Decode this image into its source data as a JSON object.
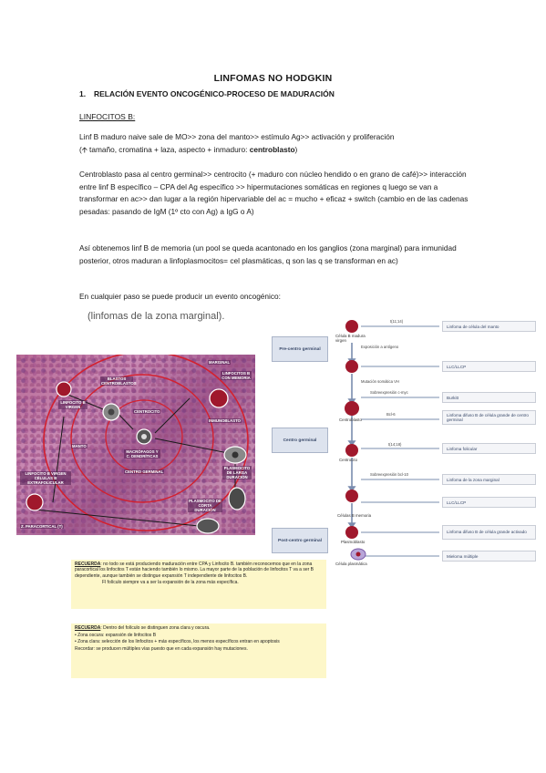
{
  "title": "LINFOMAS NO HODGKIN",
  "section": {
    "number": "1.",
    "text": "RELACIÓN EVENTO ONCOGÉNICO-PROCESO DE MADURACIÓN"
  },
  "subheading": "LINFOCITOS B:",
  "paragraphs": {
    "p1a": "Linf B maduro naive sale de MO>> zona del manto>> estímulo Ag>> activación y proliferación",
    "p1b": "(🡩 tamaño, cromatina + laza, aspecto + inmaduro: ",
    "p1b_bold": "centroblasto",
    "p1c": ")",
    "p2": "Centroblasto pasa al centro germinal>> centrocito (+ maduro con núcleo hendido o en grano de café)>> interacción entre linf B específico – CPA del Ag específico >> hipermutaciones somáticas en regiones q luego se van a transformar en ac>> dan lugar a la región hipervariable del ac = mucho + eficaz + switch (cambio en de las cadenas pesadas: pasando de IgM (1º cto con Ag) a IgG o A)",
    "p3": "Así obtenemos linf B de memoria (un pool se queda acantonado en los ganglios (zona marginal) para inmunidad posterior, otros maduran a linfoplasmocitos= cel plasmáticas, q son las q se transforman en ac)",
    "p4": "En cualquier paso se puede producir un evento oncogénico:"
  },
  "histology": {
    "caption": "(linfomas de la zona marginal).",
    "labels": {
      "marginal": "MARGINAL",
      "blastos": "BLASTOS CENTROBLASTOS",
      "linfocitos_memoria": "LINFOCITOS B CON MEMORIA",
      "linfocito_virgen": "LINFOCITO B VIRGEN",
      "centrocito": "CENTROCITO",
      "inmunoblasto": "INMUNOBLASTO",
      "manto": "MANTO",
      "macrofagos": "MACRÓFAGOS Y C. DENDRÍTICAS",
      "centro_germinal": "CENTRO GERMINAL",
      "linfocito_extrafolicular": "LINFOCITO B VIRGEN CÉLULAS B EXTRAFOLICULAR",
      "plasmocito_larga": "PLASMOCITO DE LARGA DURACIÓN",
      "plasmocito_corta": "PLASMOCITO DE CORTA DURACIÓN",
      "paracortical": "Z. PARACORTICAL (T)"
    }
  },
  "diagram": {
    "stages": [
      "Pre-centro germinal",
      "Centro germinal",
      "Post-centro germinal"
    ],
    "cells": [
      "Célula B madura virgen",
      "Centroblasto",
      "Centrocito",
      "Células B memoria",
      "Plasmoblasto",
      "Célula plasmática"
    ],
    "events": [
      "t(11;14)",
      "Exposición a antígeno",
      "Mutación somática VH",
      "Sobreexpresión c-myc",
      "Bcl-6",
      "t(14;18)",
      "Sobreexpresión bcl-10"
    ],
    "lymphomas": [
      "Linfoma de célula del manto",
      "LLC/LLCP",
      "Burkitt",
      "Linfoma difuso B de célula grande de centro germinal",
      "Linfoma folicular",
      "Linfoma de la zona marginal",
      "LLC/LLCP",
      "Linfoma difuso B de célula grande activado",
      "Mieloma múltiple"
    ]
  },
  "notes": {
    "note1_label": "RECUERDA",
    "note1_text": ": no todo se está produciendo maduración entre CPA y Linfocito B. también reconocemos que en la zona paracortical los linfocitos T están haciendo también lo mismo. La mayor parte de la población de linfocitos T va a ser B dependiente, aunque también se distingue expansión T independiente de linfocitos B.",
    "note1_text2": "Fl folículo siempre va a ser la expansión de la zona más específica.",
    "note2_label": "RECUERDA",
    "note2_text": ": Dentro del folículo se distinguen zona clara y oscura.",
    "note2_items": [
      "Zona oscura: expansión de linfocitos B",
      "Zona clara: selección de los linfocitos + más específicos, los menos específicos entran en apoptosis"
    ],
    "note2_footer": "Recordar: se producen múltiples vías puesto que en cada expansión hay mutaciones."
  },
  "colors": {
    "accent_red": "#a0182c",
    "stage_fill": "#dde3ee",
    "note_yellow": "#fdf7c9"
  }
}
